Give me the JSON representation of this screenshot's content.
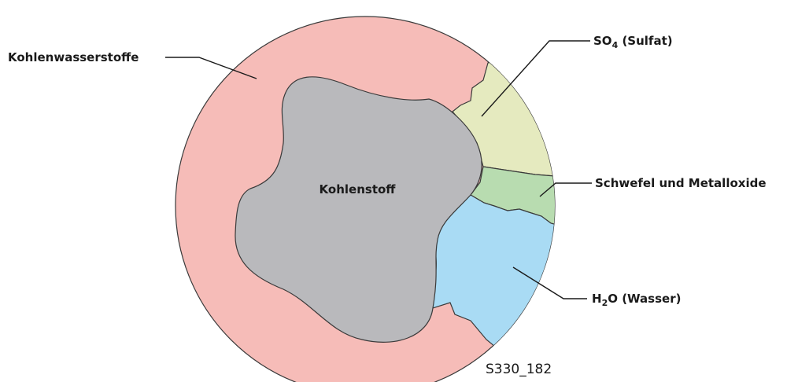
{
  "diagram": {
    "colors": {
      "kohlenwasserstoffe": "#f6bcb8",
      "kohlenstoff": "#b9b9bc",
      "sulfat": "#e5eabf",
      "schwefel_metalloxide": "#b8dcb0",
      "wasser": "#a9dbf4",
      "outline": "#3a3a3a"
    },
    "labels": {
      "kohlenwasserstoffe": "Kohlenwasserstoffe",
      "kohlenstoff": "Kohlenstoff",
      "sulfat_main": "SO",
      "sulfat_sub": "4",
      "sulfat_rest": " (Sulfat)",
      "schwefel_metalloxide": "Schwefel und Metalloxide",
      "wasser_main": "H",
      "wasser_sub": "2",
      "wasser_rest": "O (Wasser)"
    },
    "figure_code": "S330_182"
  }
}
